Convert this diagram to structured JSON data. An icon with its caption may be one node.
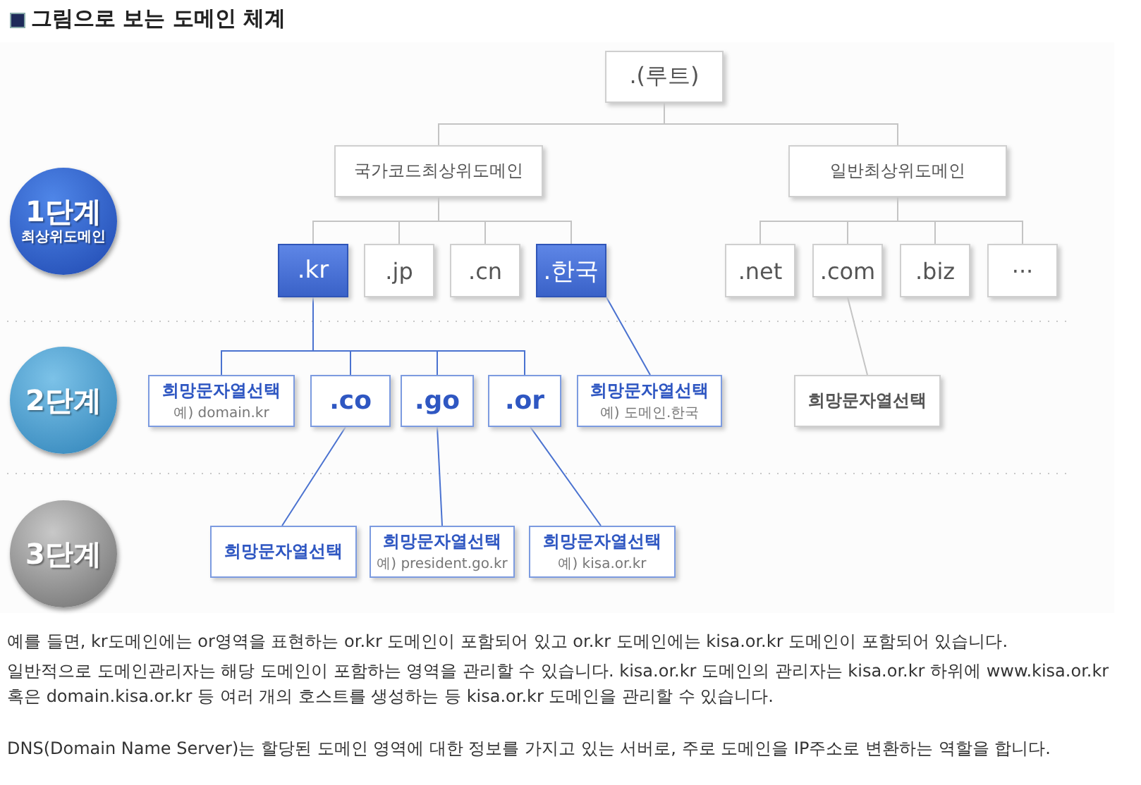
{
  "diagram": {
    "title": "그림으로 보는 도메인 체계",
    "nodes": [
      {
        "text": [
          ".(루트)"
        ]
      },
      {
        "text": [
          "국가코드최상위도메인"
        ]
      },
      {
        "text": [
          "일반최상위도메인"
        ]
      },
      {
        "text": [
          "1단계",
          "최상위도메인"
        ]
      },
      {
        "text": [
          ".kr"
        ]
      },
      {
        "text": [
          ".jp"
        ]
      },
      {
        "text": [
          ".cn"
        ]
      },
      {
        "text": [
          ".한국"
        ]
      },
      {
        "text": [
          ".net"
        ]
      },
      {
        "text": [
          ".com"
        ]
      },
      {
        "text": [
          ".biz"
        ]
      },
      {
        "text": [
          "···"
        ]
      },
      {
        "text": [
          "2단계"
        ]
      },
      {
        "text": [
          "희망문자열선택",
          "예) domain.kr"
        ]
      },
      {
        "text": [
          ".co"
        ]
      },
      {
        "text": [
          ".go"
        ]
      },
      {
        "text": [
          ".or"
        ]
      },
      {
        "text": [
          "희망문자열선택",
          "예) 도메인.한국"
        ]
      },
      {
        "text": [
          "희망문자열선택"
        ]
      },
      {
        "text": [
          "3단계"
        ]
      },
      {
        "text": [
          "희망문자열선택"
        ]
      },
      {
        "text": [
          "희망문자열선택",
          "예) president.go.kr"
        ]
      },
      {
        "text": [
          "희망문자열선택",
          "예) kisa.or.kr"
        ]
      }
    ],
    "edges": [
      {
        "from": 0,
        "to": 1,
        "arrow": "none"
      },
      {
        "from": 0,
        "to": 2,
        "arrow": "none"
      },
      {
        "from": 1,
        "to": 4,
        "arrow": "none"
      },
      {
        "from": 1,
        "to": 5,
        "arrow": "none"
      },
      {
        "from": 1,
        "to": 6,
        "arrow": "none"
      },
      {
        "from": 1,
        "to": 7,
        "arrow": "none"
      },
      {
        "from": 2,
        "to": 8,
        "arrow": "none"
      },
      {
        "from": 2,
        "to": 9,
        "arrow": "none"
      },
      {
        "from": 2,
        "to": 10,
        "arrow": "none"
      },
      {
        "from": 2,
        "to": 11,
        "arrow": "none"
      },
      {
        "from": 4,
        "to": 13,
        "arrow": "none",
        "color": "#4a72d0"
      },
      {
        "from": 4,
        "to": 14,
        "arrow": "none",
        "color": "#4a72d0"
      },
      {
        "from": 4,
        "to": 15,
        "arrow": "none",
        "color": "#4a72d0"
      },
      {
        "from": 4,
        "to": 16,
        "arrow": "none",
        "color": "#4a72d0"
      },
      {
        "from": 7,
        "to": 17,
        "arrow": "none",
        "color": "#4a72d0"
      },
      {
        "from": 9,
        "to": 18,
        "arrow": "none"
      },
      {
        "from": 14,
        "to": 20,
        "arrow": "none",
        "color": "#4a72d0"
      },
      {
        "from": 15,
        "to": 21,
        "arrow": "none",
        "color": "#4a72d0"
      },
      {
        "from": 16,
        "to": 22,
        "arrow": "none",
        "color": "#4a72d0"
      }
    ],
    "labels": [
      "예를 들면, kr도메인에는 or영역을 표현하는 or.kr 도메인이 포함되어 있고 or.kr 도메인에는 kisa.or.kr 도메인이 포함되어 있습니다.",
      "일반적으로 도메인관리자는 해당 도메인이 포함하는 영역을 관리할 수 있습니다. kisa.or.kr 도메인의 관리자는 kisa.or.kr 하위에 www.kisa.or.kr 혹은 domain.kisa.or.kr 등 여러 개의 호스트를 생성하는 등 kisa.or.kr 도메인을 관리할 수 있습니다.",
      "DNS(Domain Name Server)는 할당된 도메인 영역에 대한 정보를 가지고 있는 서버로, 주로 도메인을 IP주소로 변환하는 역할을 합니다."
    ]
  }
}
